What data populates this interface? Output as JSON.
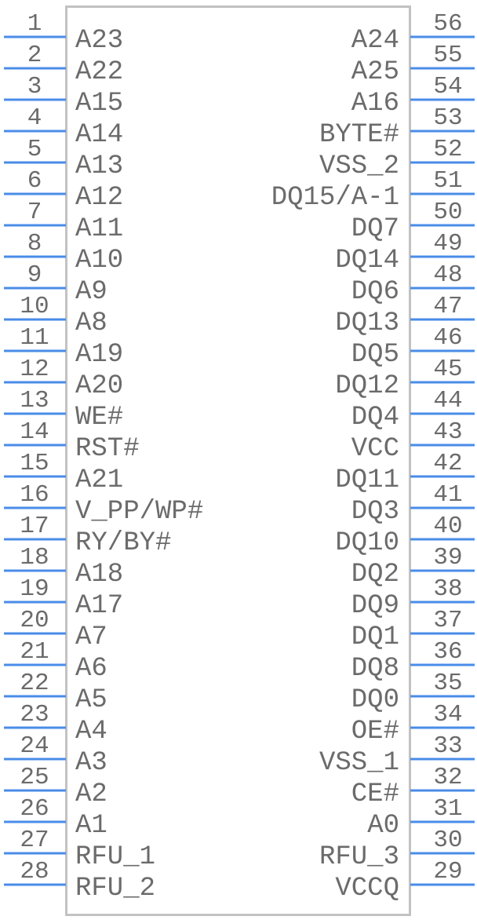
{
  "component": {
    "left_pins": [
      {
        "number": "1",
        "name": "A23"
      },
      {
        "number": "2",
        "name": "A22"
      },
      {
        "number": "3",
        "name": "A15"
      },
      {
        "number": "4",
        "name": "A14"
      },
      {
        "number": "5",
        "name": "A13"
      },
      {
        "number": "6",
        "name": "A12"
      },
      {
        "number": "7",
        "name": "A11"
      },
      {
        "number": "8",
        "name": "A10"
      },
      {
        "number": "9",
        "name": "A9"
      },
      {
        "number": "10",
        "name": "A8"
      },
      {
        "number": "11",
        "name": "A19"
      },
      {
        "number": "12",
        "name": "A20"
      },
      {
        "number": "13",
        "name": "WE#"
      },
      {
        "number": "14",
        "name": "RST#"
      },
      {
        "number": "15",
        "name": "A21"
      },
      {
        "number": "16",
        "name": "V_PP/WP#"
      },
      {
        "number": "17",
        "name": "RY/BY#"
      },
      {
        "number": "18",
        "name": "A18"
      },
      {
        "number": "19",
        "name": "A17"
      },
      {
        "number": "20",
        "name": "A7"
      },
      {
        "number": "21",
        "name": "A6"
      },
      {
        "number": "22",
        "name": "A5"
      },
      {
        "number": "23",
        "name": "A4"
      },
      {
        "number": "24",
        "name": "A3"
      },
      {
        "number": "25",
        "name": "A2"
      },
      {
        "number": "26",
        "name": "A1"
      },
      {
        "number": "27",
        "name": "RFU_1"
      },
      {
        "number": "28",
        "name": "RFU_2"
      }
    ],
    "right_pins": [
      {
        "number": "56",
        "name": "A24"
      },
      {
        "number": "55",
        "name": "A25"
      },
      {
        "number": "54",
        "name": "A16"
      },
      {
        "number": "53",
        "name": "BYTE#"
      },
      {
        "number": "52",
        "name": "VSS_2"
      },
      {
        "number": "51",
        "name": "DQ15/A-1"
      },
      {
        "number": "50",
        "name": "DQ7"
      },
      {
        "number": "49",
        "name": "DQ14"
      },
      {
        "number": "48",
        "name": "DQ6"
      },
      {
        "number": "47",
        "name": "DQ13"
      },
      {
        "number": "46",
        "name": "DQ5"
      },
      {
        "number": "45",
        "name": "DQ12"
      },
      {
        "number": "44",
        "name": "DQ4"
      },
      {
        "number": "43",
        "name": "VCC"
      },
      {
        "number": "42",
        "name": "DQ11"
      },
      {
        "number": "41",
        "name": "DQ3"
      },
      {
        "number": "40",
        "name": "DQ10"
      },
      {
        "number": "39",
        "name": "DQ2"
      },
      {
        "number": "38",
        "name": "DQ9"
      },
      {
        "number": "37",
        "name": "DQ1"
      },
      {
        "number": "36",
        "name": "DQ8"
      },
      {
        "number": "35",
        "name": "DQ0"
      },
      {
        "number": "34",
        "name": "OE#"
      },
      {
        "number": "33",
        "name": "VSS_1"
      },
      {
        "number": "32",
        "name": "CE#"
      },
      {
        "number": "31",
        "name": "A0"
      },
      {
        "number": "30",
        "name": "RFU_3"
      },
      {
        "number": "29",
        "name": "VCCQ"
      }
    ]
  },
  "colors": {
    "pin": "#4a8ce8",
    "body": "#c2c2c2",
    "text": "#6b6b6b"
  }
}
